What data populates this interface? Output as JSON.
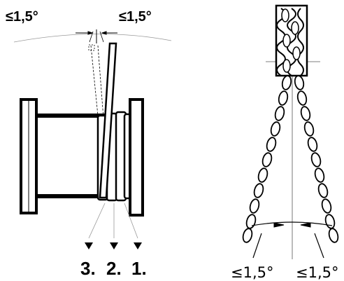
{
  "left_diagram": {
    "angle_left": "≤1,5°",
    "angle_right": "≤1,5°",
    "layer_labels": [
      "3.",
      "2.",
      "1."
    ]
  },
  "right_diagram": {
    "angle_left": "≤1,5°",
    "angle_right": "≤1,5°"
  }
}
